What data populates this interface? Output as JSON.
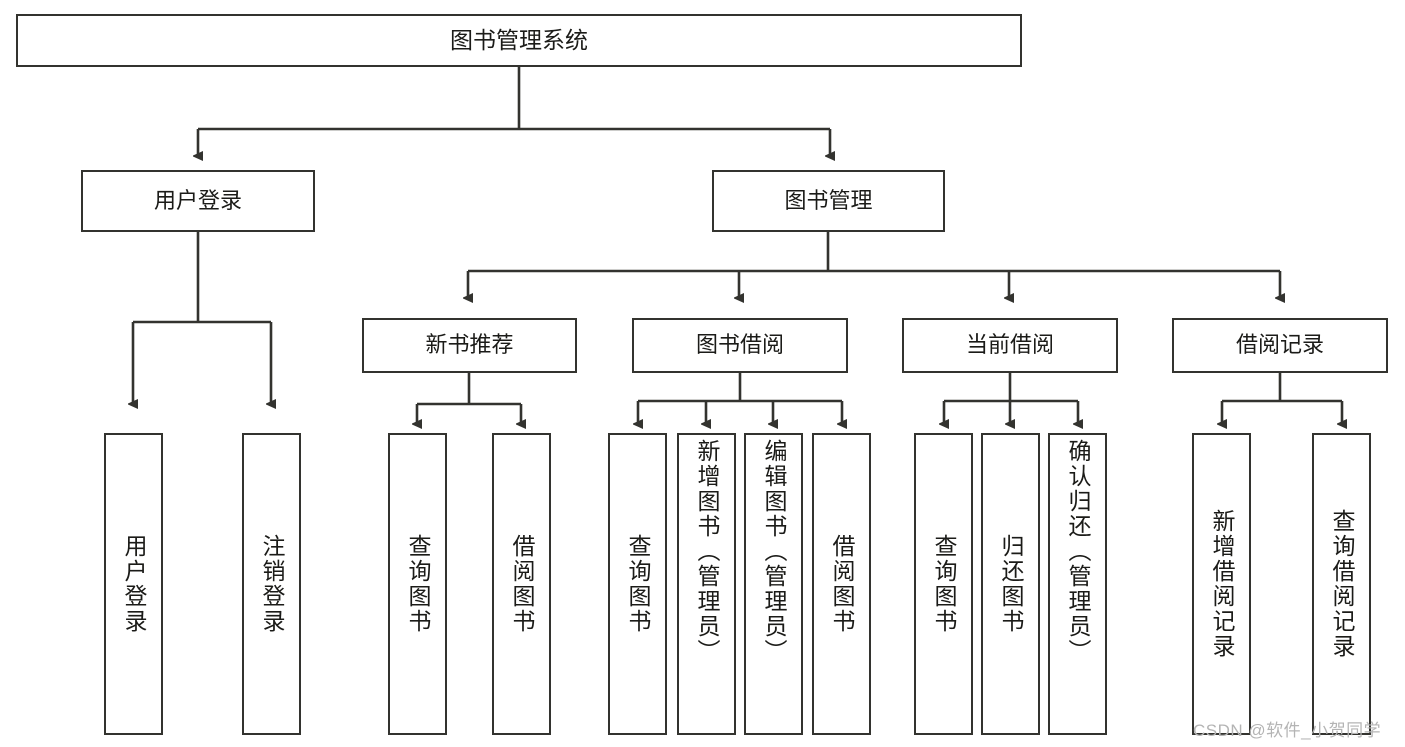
{
  "diagram": {
    "title": "图书管理系统",
    "type": "tree-hierarchy",
    "colors": {
      "box_border": "#33332f",
      "box_fill": "#ffffff",
      "edge": "#33332f",
      "text": "#1b1b18",
      "watermark": "#b4b4b4",
      "background": "#ffffff"
    },
    "nodes": {
      "root": {
        "label": "图书管理系统"
      },
      "level2": [
        {
          "label": "用户登录"
        },
        {
          "label": "图书管理"
        }
      ],
      "level3": [
        {
          "label": "新书推荐"
        },
        {
          "label": "图书借阅"
        },
        {
          "label": "当前借阅"
        },
        {
          "label": "借阅记录"
        }
      ],
      "leaves": {
        "user_login": [
          {
            "label": "用户登录"
          },
          {
            "label": "注销登录"
          }
        ],
        "new_book_recommend": [
          {
            "label": "查询图书"
          },
          {
            "label": "借阅图书"
          }
        ],
        "book_borrow": [
          {
            "label": "查询图书"
          },
          {
            "label": "新增图书（管理员）"
          },
          {
            "label": "编辑图书（管理员）"
          },
          {
            "label": "借阅图书"
          }
        ],
        "current_borrow": [
          {
            "label": "查询图书"
          },
          {
            "label": "归还图书"
          },
          {
            "label": "确认归还（管理员）"
          }
        ],
        "borrow_record": [
          {
            "label": "新增借阅记录"
          },
          {
            "label": "查询借阅记录"
          }
        ]
      }
    },
    "watermark": "CSDN @软件_小贺同学"
  }
}
